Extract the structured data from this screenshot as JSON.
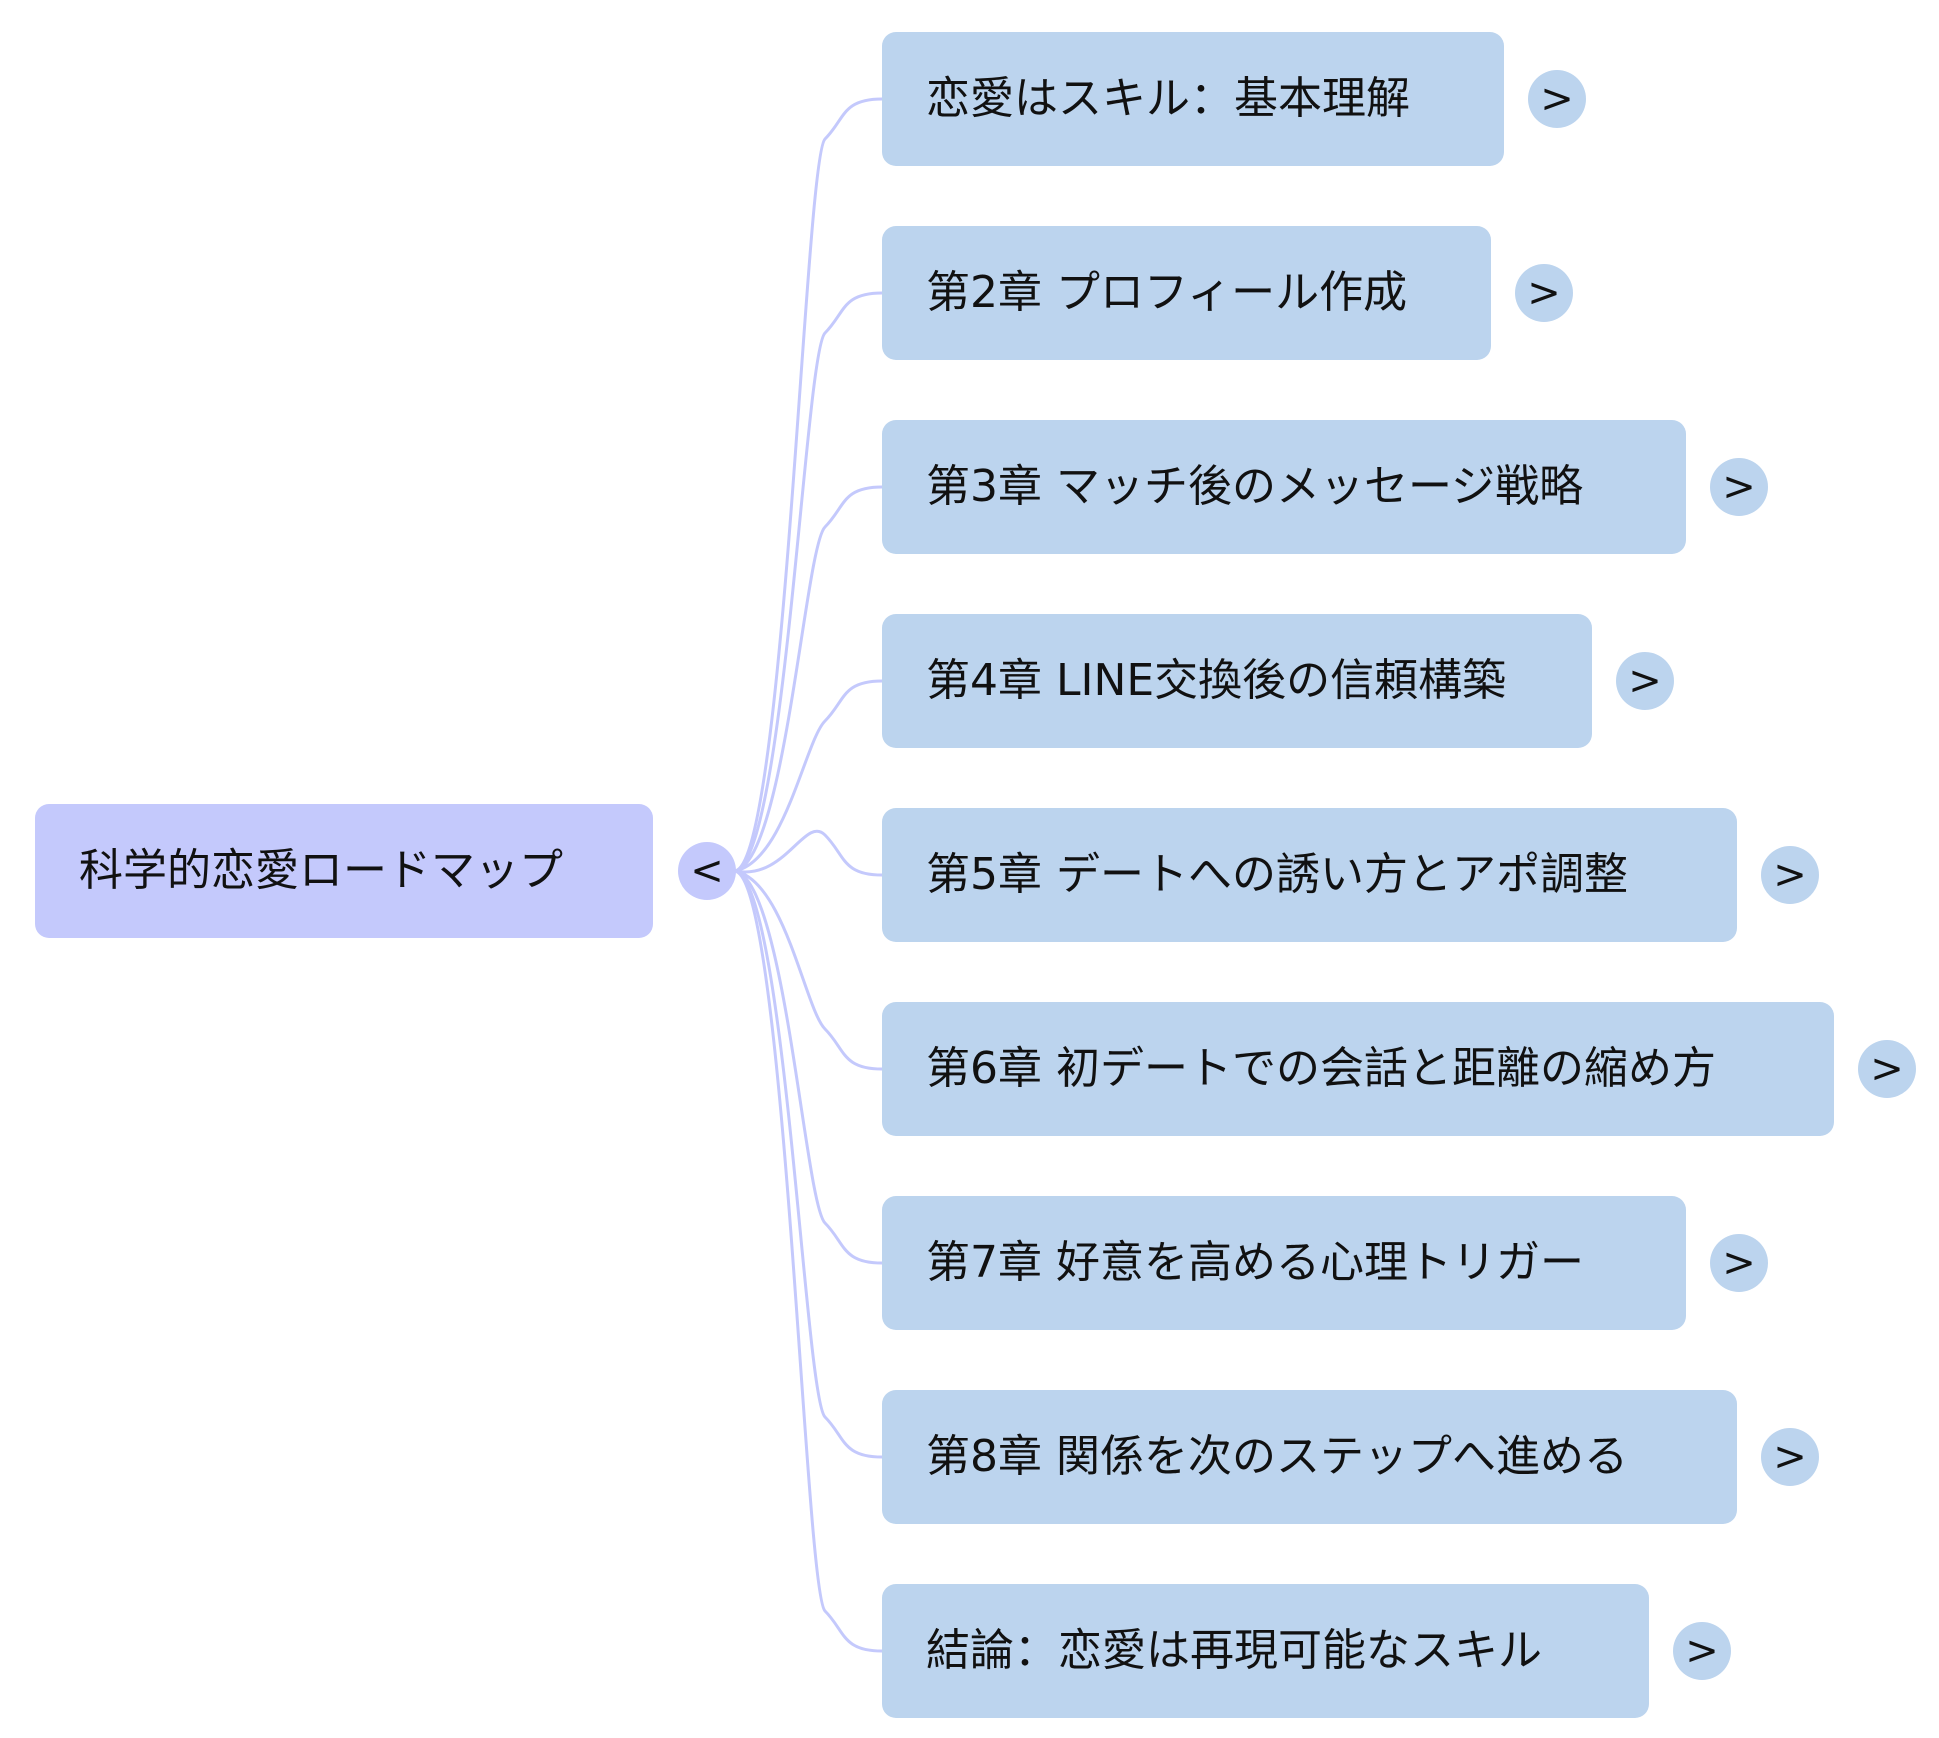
{
  "root": {
    "label": "科学的恋愛ロードマップ",
    "collapse_symbol": "<"
  },
  "branches": [
    {
      "label": "恋愛はスキル：基本理解",
      "expand_symbol": ">"
    },
    {
      "label": "第2章 プロフィール作成",
      "expand_symbol": ">"
    },
    {
      "label": "第3章 マッチ後のメッセージ戦略",
      "expand_symbol": ">"
    },
    {
      "label": "第4章 LINE交換後の信頼構築",
      "expand_symbol": ">"
    },
    {
      "label": "第5章 デートへの誘い方とアポ調整",
      "expand_symbol": ">"
    },
    {
      "label": "第6章 初デートでの会話と距離の縮め方",
      "expand_symbol": ">"
    },
    {
      "label": "第7章 好意を高める心理トリガー",
      "expand_symbol": ">"
    },
    {
      "label": "第8章 関係を次のステップへ進める",
      "expand_symbol": ">"
    },
    {
      "label": "結論：恋愛は再現可能なスキル",
      "expand_symbol": ">"
    }
  ],
  "colors": {
    "root_fill": "#c4c9fc",
    "branch_fill": "#bcd4ee",
    "connector": "#c4c9fc"
  }
}
